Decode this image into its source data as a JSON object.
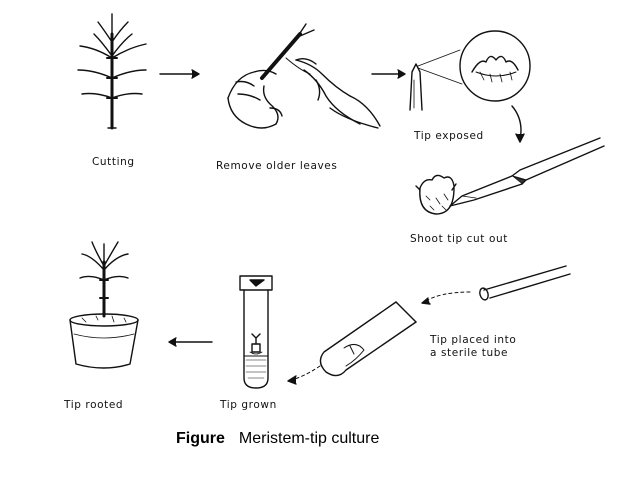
{
  "labels": {
    "cutting": "Cutting",
    "remove_leaves": "Remove older leaves",
    "tip_exposed": "Tip exposed",
    "shoot_tip_cut": "Shoot tip cut out",
    "tip_placed_line1": "Tip placed into",
    "tip_placed_line2": "a sterile tube",
    "tip_grown": "Tip grown",
    "tip_rooted": "Tip rooted"
  },
  "caption": {
    "figure": "Figure",
    "title": "Meristem-tip culture"
  }
}
